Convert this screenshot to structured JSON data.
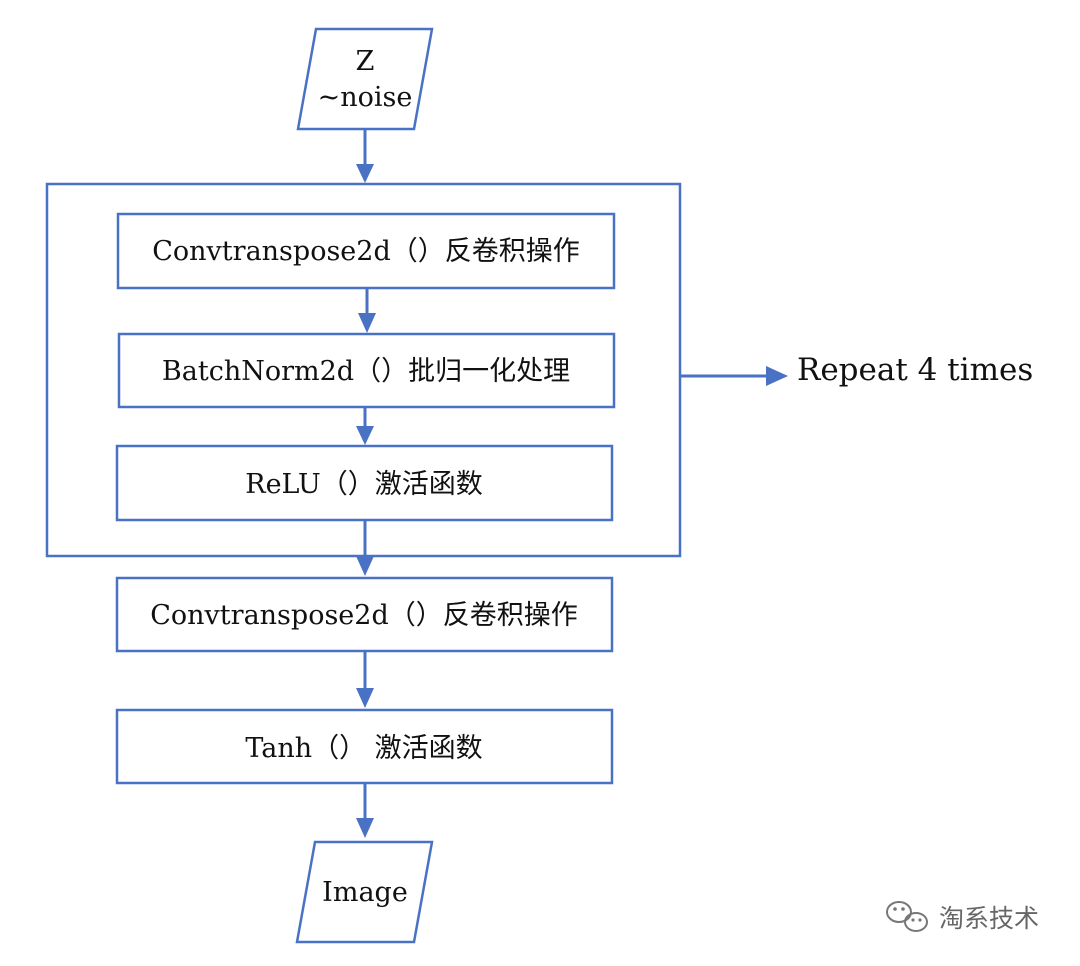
{
  "input": {
    "line1": "Z",
    "line2": "~noise"
  },
  "repeat_block": {
    "steps": [
      "Convtranspose2d（）反卷积操作",
      "BatchNorm2d（）批归一化处理",
      "ReLU（）激活函数"
    ],
    "repeat_label": "Repeat 4 times"
  },
  "tail_steps": [
    "Convtranspose2d（）反卷积操作",
    "Tanh（） 激活函数"
  ],
  "output": {
    "label": "Image"
  },
  "watermark": {
    "text": "淘系技术",
    "icon": "wechat-icon"
  },
  "colors": {
    "stroke": "#4a72c4",
    "text": "#111111",
    "watermark": "#666666"
  }
}
